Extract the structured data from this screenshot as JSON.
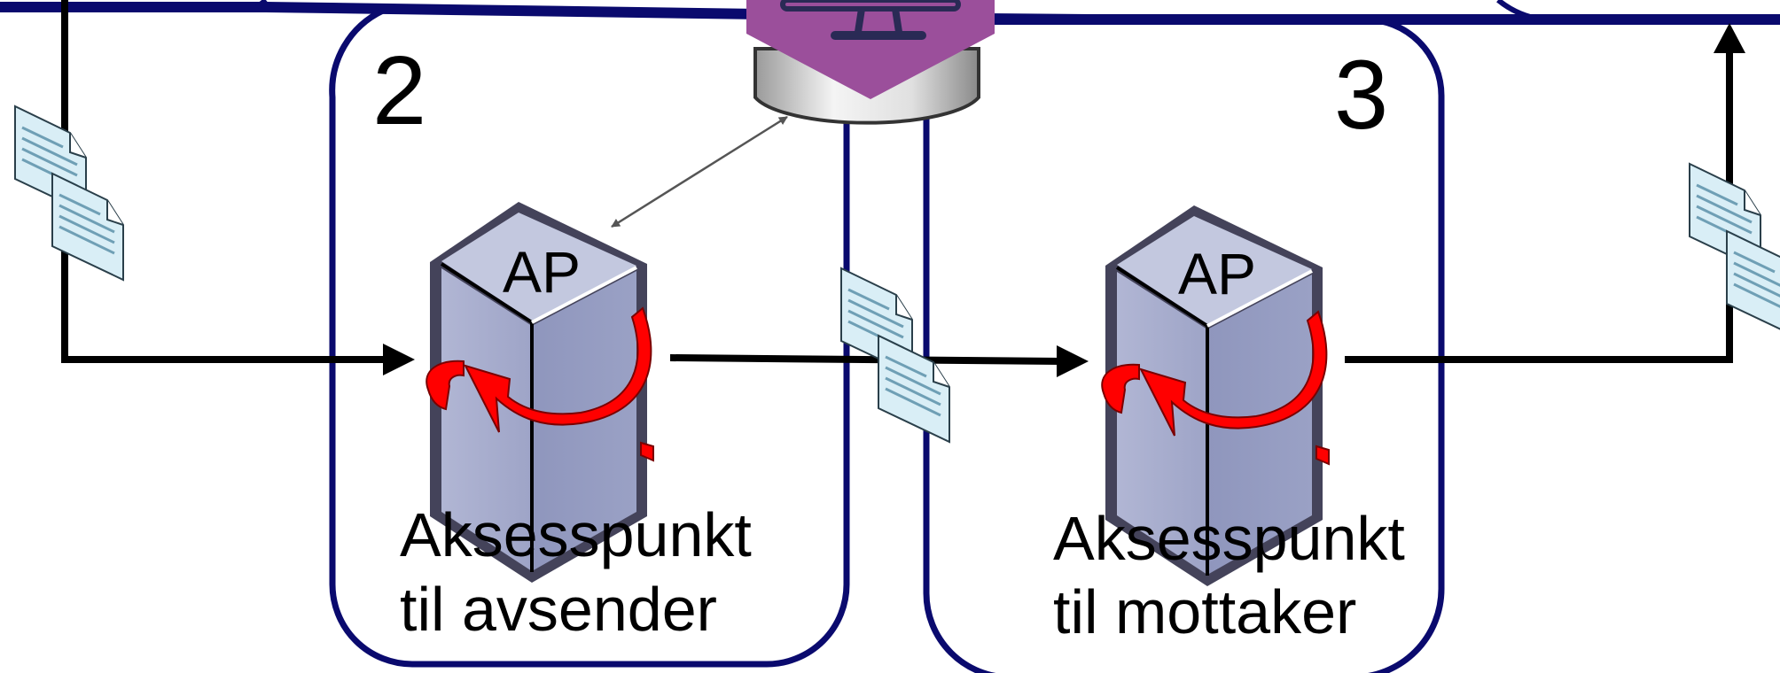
{
  "colors": {
    "border": "#0a0a6e",
    "flow": "#000000",
    "ap_front": "#a3a9cb",
    "ap_side": "#8e95bc",
    "ap_top": "#c3c8df",
    "ap_outline": "#4a4a5a",
    "swirl": "#ff0000",
    "doc_fill": "#d9eef6",
    "doc_line": "#6f9fb5",
    "server_badge": "#9b4f9b",
    "server_body": "#e2e2e2"
  },
  "panels": [
    {
      "step": "2",
      "ap_label": "AP",
      "caption_line1": "Aksesspunkt",
      "caption_line2": "til avsender"
    },
    {
      "step": "3",
      "ap_label": "AP",
      "caption_line1": "Aksesspunkt",
      "caption_line2": "til mottaker"
    }
  ],
  "icons": {
    "server": "monitor-database-icon",
    "document": "document-pair-icon",
    "access_point": "access-point-server-icon"
  }
}
